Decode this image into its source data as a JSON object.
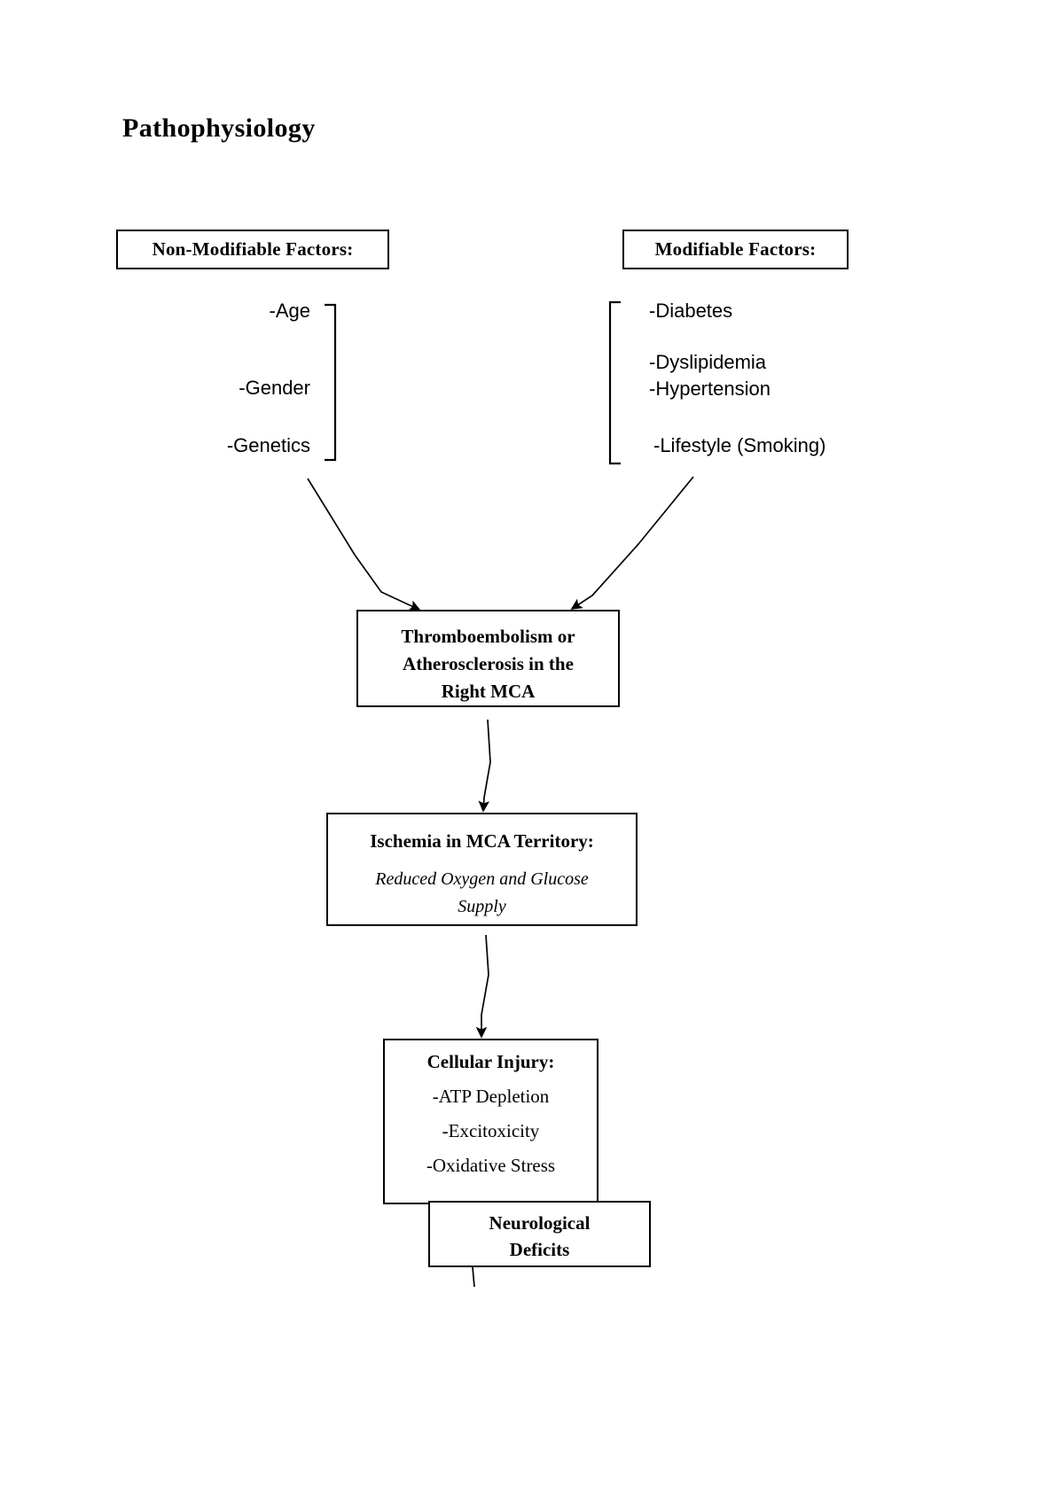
{
  "page": {
    "title": "Pathophysiology",
    "background_color": "#ffffff",
    "line_color": "#000000"
  },
  "columns": {
    "left": {
      "header": "Non-Modifiable Factors:",
      "items": [
        "-Age",
        "-Gender",
        "-Genetics"
      ],
      "bracket": "right-facing-bracket"
    },
    "right": {
      "header": "Modifiable Factors:",
      "items": [
        "-Diabetes",
        "-Dyslipidemia",
        "-Hypertension",
        "-Lifestyle (Smoking)"
      ],
      "bracket": "left-facing-bracket"
    }
  },
  "flow": {
    "thromboembolism": {
      "lines": [
        "Thromboembolism or",
        "Atherosclerosis in the",
        "Right MCA"
      ]
    },
    "ischemia": {
      "title": "Ischemia in MCA Territory:",
      "detail_lines": [
        "Reduced Oxygen and Glucose",
        "Supply"
      ]
    },
    "cellular_injury": {
      "title": "Cellular Injury:",
      "items": [
        "-ATP Depletion",
        "-Excitoxicity",
        "-Oxidative Stress"
      ]
    },
    "neurological_deficits": {
      "lines": [
        "Neurological",
        "Deficits"
      ]
    }
  },
  "connectors": [
    {
      "name": "left-factors-to-thromboembolism",
      "from": "non-modifiable-factors",
      "to": "thromboembolism",
      "style": "solid-arrow"
    },
    {
      "name": "right-factors-to-thromboembolism",
      "from": "modifiable-factors",
      "to": "thromboembolism",
      "style": "solid-arrow"
    },
    {
      "name": "thromboembolism-to-ischemia",
      "from": "thromboembolism",
      "to": "ischemia",
      "style": "solid-arrow"
    },
    {
      "name": "ischemia-to-cellular-injury",
      "from": "ischemia",
      "to": "cellular-injury",
      "style": "solid-arrow"
    },
    {
      "name": "cellular-injury-to-neurological-deficits",
      "from": "cellular-injury",
      "to": "neurological-deficits",
      "style": "solid-arrow"
    }
  ]
}
